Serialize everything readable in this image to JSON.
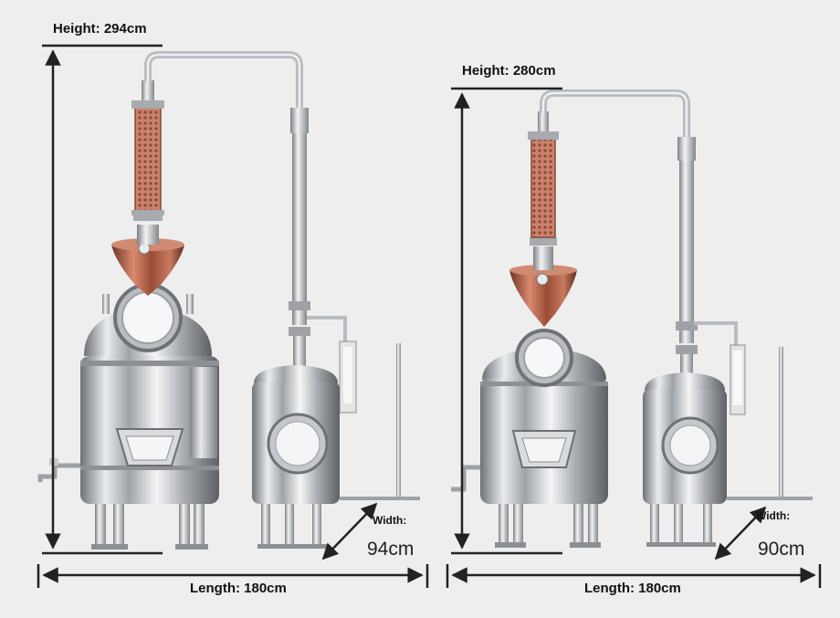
{
  "stills": [
    {
      "id": "large",
      "height_label": "Height: 294cm",
      "length_label": "Length: 180cm",
      "width_caption": "Width:",
      "width_value": "94cm"
    },
    {
      "id": "small",
      "height_label": "Height: 280cm",
      "length_label": "Length: 180cm",
      "width_caption": "Width:",
      "width_value": "90cm"
    }
  ],
  "colors": {
    "background": "#eeeeee",
    "dimension_line": "#222222",
    "steel": "#c9ccd0",
    "copper": "#b5644a",
    "column_glass": "#d59a86"
  }
}
